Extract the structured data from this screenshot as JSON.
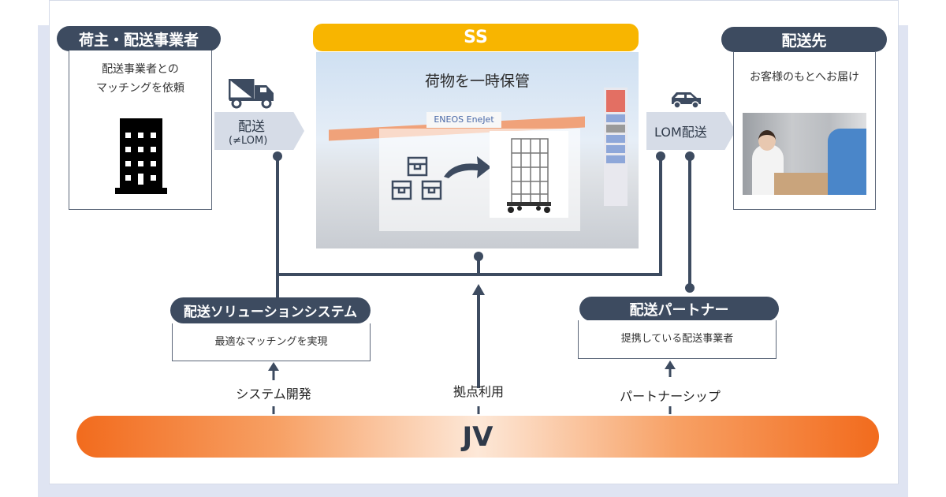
{
  "shipper": {
    "title": "荷主・配送事業者",
    "desc_line1": "配送事業者との",
    "desc_line2": "マッチングを依頼"
  },
  "delivery_arrow": {
    "line1": "配送",
    "line2": "(≠LOM)"
  },
  "ss": {
    "title": "SS",
    "caption": "荷物を一時保管",
    "sign": "ENEOS EneJet"
  },
  "lom_arrow": {
    "label": "LOM配送"
  },
  "destination": {
    "title": "配送先",
    "desc": "お客様のもとへお届け"
  },
  "solution": {
    "title": "配送ソリューションシステム",
    "desc": "最適なマッチングを実現",
    "link_label": "システム開発"
  },
  "partner": {
    "title": "配送パートナー",
    "desc": "提携している配送事業者",
    "link_label": "パートナーシップ"
  },
  "base_label": "拠点利用",
  "jv": {
    "label": "JV"
  },
  "colors": {
    "navy": "#3d4b60",
    "yellow": "#f8b500",
    "orange": "#f26b1d"
  }
}
